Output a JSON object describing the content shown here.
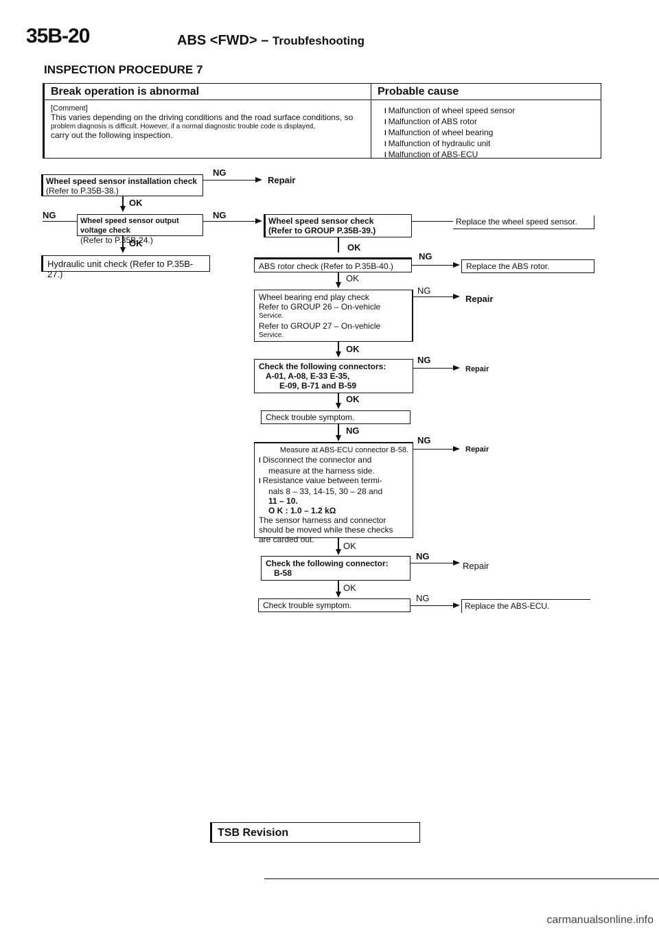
{
  "header": {
    "page_number": "35B-20",
    "title": "ABS <FWD> –",
    "subtitle": "Troubfeshooting",
    "procedure": "INSPECTION PROCEDURE 7"
  },
  "symptom": {
    "title": "Break operation is abnormal",
    "comment_label": "[Comment]",
    "comment_line1": "This varies depending on the driving conditions and the road surface conditions, so",
    "comment_line2": "problem diagnosis is difficult. However, if a normal diagnostic trouble code is displayed,",
    "comment_line3": "carry out the following inspection."
  },
  "probable_cause": {
    "title": "Probable cause",
    "items": [
      "Malfunction of wheel speed sensor",
      "Malfunction of ABS rotor",
      "Malfunction of wheel bearing",
      "Malfunction of hydraulic unit",
      "Malfunction of ABS-ECU"
    ]
  },
  "flow": {
    "installation_check": "Wheel speed sensor installation check",
    "installation_ref": "(Refer to P.35B-38.)",
    "repair": "Repair",
    "output_check": "Wheel speed sensor output voltage check",
    "output_ref": "(Refer to P.35B-24.)",
    "hydraulic_check": "Hydraulic unit check (Refer to P.35B-27.)",
    "sensor_check": "Wheel speed sensor check",
    "sensor_ref": "(Refer to GROUP P.35B-39.)",
    "replace_sensor": "Replace the wheel speed sensor.",
    "rotor_check": "ABS rotor check (Refer to P.35B-40.)",
    "replace_rotor": "Replace the ABS rotor.",
    "bearing_line1": "Wheel bearing end play check",
    "bearing_line2": "Refer to GROUP 26 – On-vehicle",
    "bearing_line3": "Service.",
    "bearing_line4": "Refer to GROUP 27 – On-vehicle",
    "bearing_line5": "Service.",
    "connectors_title": "Check the following connectors:",
    "connectors_line1": "A-01, A-08, E-33 E-35,",
    "connectors_line2": "E-09, B-71 and B-59",
    "symptom_check": "Check trouble symptom.",
    "measure_title": "Measure at ABS-ECU connector B-58.",
    "measure_b1": "Disconnect the connector and",
    "measure_b1b": "measure at the harness side.",
    "measure_b2": "Resistance vaiue between termi-",
    "measure_b2b": "nals 8 – 33, 14-15, 30 – 28 and",
    "measure_b2c": "11 – 10.",
    "measure_ok": "O K : 1.0 – 1.2 kΩ",
    "measure_note1": "The sensor harness and connector",
    "measure_note2": "should be moved while these checks",
    "measure_note3": "are carded out.",
    "connector_title": "Check the following connector:",
    "connector_item": "B-58",
    "replace_ecu": "Replace the ABS-ECU.",
    "ok": "OK",
    "ng": "NG"
  },
  "footer": {
    "tsb": "TSB Revision",
    "watermark": "carmanualsonline.info"
  }
}
